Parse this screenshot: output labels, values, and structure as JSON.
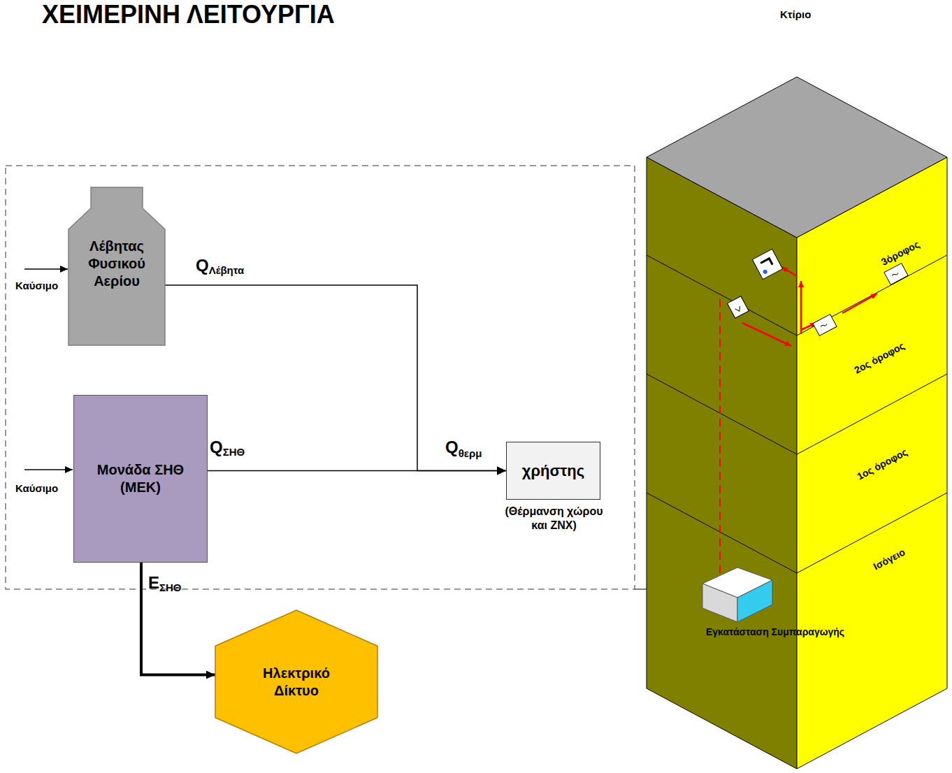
{
  "diagram": {
    "title": "ΧΕΙΜΕΡΙΝΗ ΛΕΙΤΟΥΡΓΙΑ",
    "nodes": [
      {
        "text": [
          "Λέβητας Φυσικού Αερίου"
        ]
      },
      {
        "text": [
          "Μονάδα ΣΗΘ (ΜΕΚ)"
        ]
      },
      {
        "text": [
          "χρήστης",
          "(Θέρμανση χώρου και ΖΝΧ)"
        ]
      },
      {
        "text": [
          "Ηλεκτρικό Δίκτυο"
        ]
      }
    ],
    "edges": [
      {
        "from": 0,
        "to": 2,
        "arrow": "to",
        "label": "QΛέβητα"
      },
      {
        "from": 1,
        "to": 2,
        "arrow": "to",
        "label": "QΣΗΘ"
      },
      {
        "from": 1,
        "to": 3,
        "arrow": "to",
        "label": "EΣΗΘ"
      }
    ],
    "labels": [
      "Qθερμ",
      "Καύσιμο",
      "Καύσιμο",
      "Κτίριο",
      "3όροφος",
      "2ος όροφος",
      "1ος όροφος",
      "Ισόγειο",
      "Εγκατάσταση Συμπαραγωγής"
    ]
  }
}
